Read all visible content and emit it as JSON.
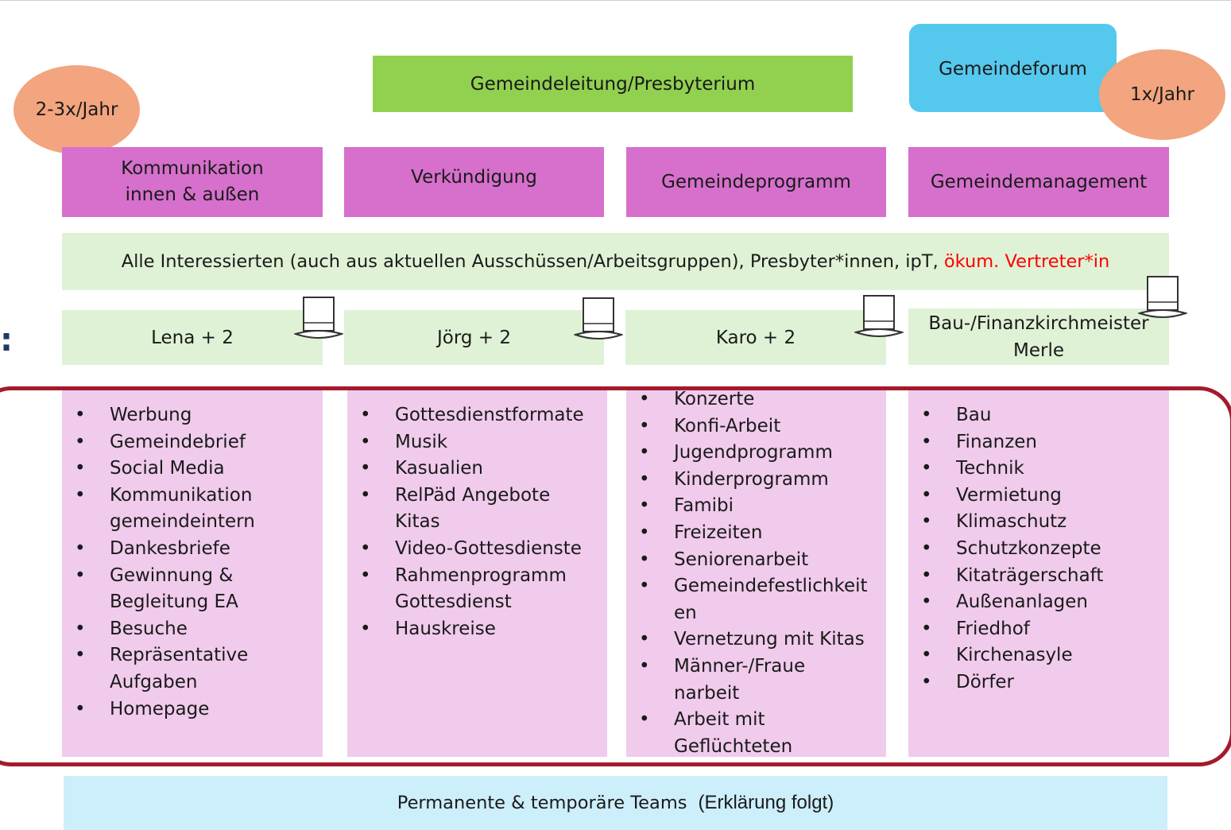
{
  "leitung": "Gemeindeleitung/Presbyterium",
  "forum": "Gemeindeforum",
  "freq_leitung": "2-3x/Jahr",
  "freq_forum": "1x/Jahr",
  "bereiche": [
    "Kommunikation innen & außen",
    "Verkündigung",
    "Gemeindeprogramm",
    "Gemeindemanagement"
  ],
  "alle": {
    "text": "Alle Interessierten (auch aus aktuellen Ausschüssen/Arbeitsgruppen), Presbyter*innen, ipT,",
    "highlight": "ökum. Vertreter*in"
  },
  "leads": [
    {
      "line1": "Lena + 2"
    },
    {
      "line1": "Jörg + 2"
    },
    {
      "line1": "Karo + 2"
    },
    {
      "line1": "Bau-/Finanzkirchmeister",
      "line2": "Merle"
    }
  ],
  "lists": [
    [
      "Werbung",
      "Gemeindebrief",
      "Social Media",
      "Kommunikation gemeindeintern",
      "Dankesbriefe",
      "Gewinnung & Begleitung EA",
      "Besuche",
      "Repräsentative Aufgaben",
      "Homepage"
    ],
    [
      "Gottesdienstformate",
      "Musik",
      "Kasualien",
      "RelPäd Angebote Kitas",
      "Video-Gottesdienste",
      "Rahmenprogramm Gottesdienst",
      "Hauskreise"
    ],
    [
      "Konzerte",
      "Konfi-Arbeit",
      "Jugendprogramm",
      "Kinderprogramm",
      "Famibi",
      "Freizeiten",
      "Seniorenarbeit",
      "Gemeindefestlichkeiten",
      "Vernetzung mit Kitas",
      "Männer-/Frauenarbeit",
      "Arbeit mit Geflüchteten"
    ],
    [
      "Bau",
      "Finanzen",
      "Technik",
      "Vermietung",
      "Klimaschutz",
      "Schutzkonzepte",
      "Kitaträgerschaft",
      "Außenanlagen",
      "Friedhof",
      "Kirchenasyle",
      "Dörfer"
    ]
  ],
  "footer": {
    "main": "Permanente & temporäre Teams",
    "note": "(Erklärung folgt)"
  },
  "side_mark": ":",
  "icons": [
    "top-hat-icon"
  ],
  "colors": {
    "leitung": "#92d050",
    "forum": "#55c8ee",
    "ellipse": "#f2a57e",
    "bereich": "#d670cc",
    "green": "#dff2d5",
    "list": "#f0cbec",
    "frame": "#a31a2c",
    "footer": "#cdeefb",
    "highlight": "#ff0000"
  }
}
